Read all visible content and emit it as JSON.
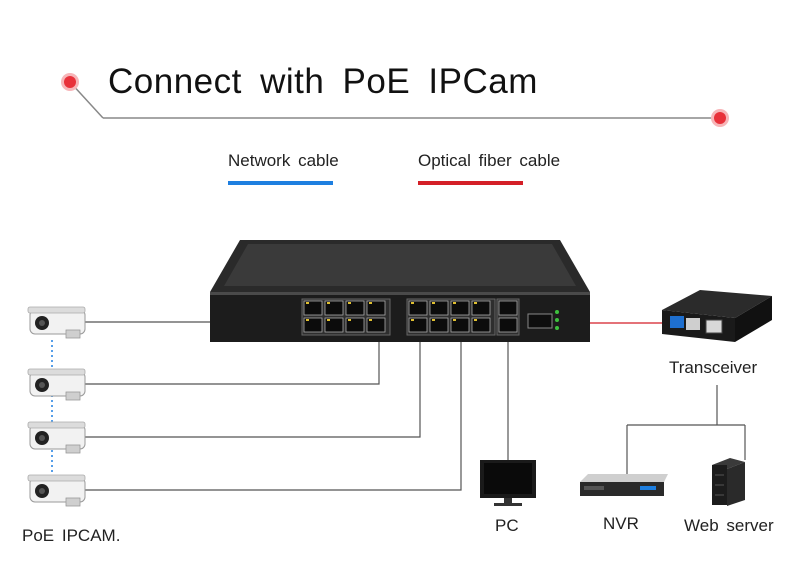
{
  "title": "Connect  with  PoE  IPCam",
  "legend": {
    "network": {
      "label": "Network  cable",
      "color": "#1e7fe0"
    },
    "fiber": {
      "label": "Optical  fiber  cable",
      "color": "#d41f27"
    }
  },
  "labels": {
    "transceiver": "Transceiver",
    "pc": "PC",
    "nvr": "NVR",
    "web_server": "Web  server",
    "ipcam": "PoE  IPCAM."
  },
  "colors": {
    "accent_dot": "#e8313a",
    "line": "#555555"
  }
}
